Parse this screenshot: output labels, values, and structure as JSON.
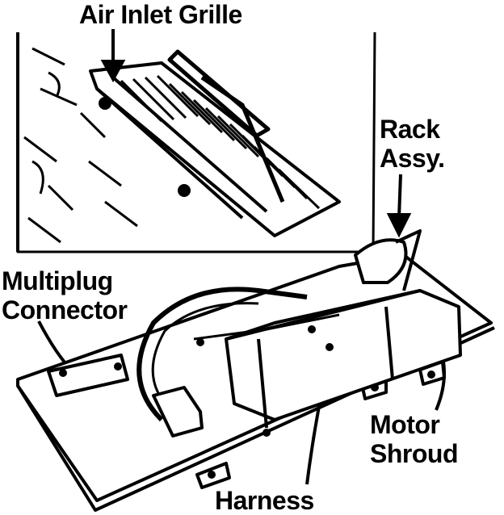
{
  "labels": {
    "air_inlet_grille": "Air Inlet Grille",
    "rack_assy_line1": "Rack",
    "rack_assy_line2": "Assy.",
    "multiplug_line1": "Multiplug",
    "multiplug_line2": "Connector",
    "motor_line1": "Motor",
    "motor_line2": "Shroud",
    "harness": "Harness"
  },
  "colors": {
    "ink": "#000000",
    "paper": "#ffffff"
  }
}
